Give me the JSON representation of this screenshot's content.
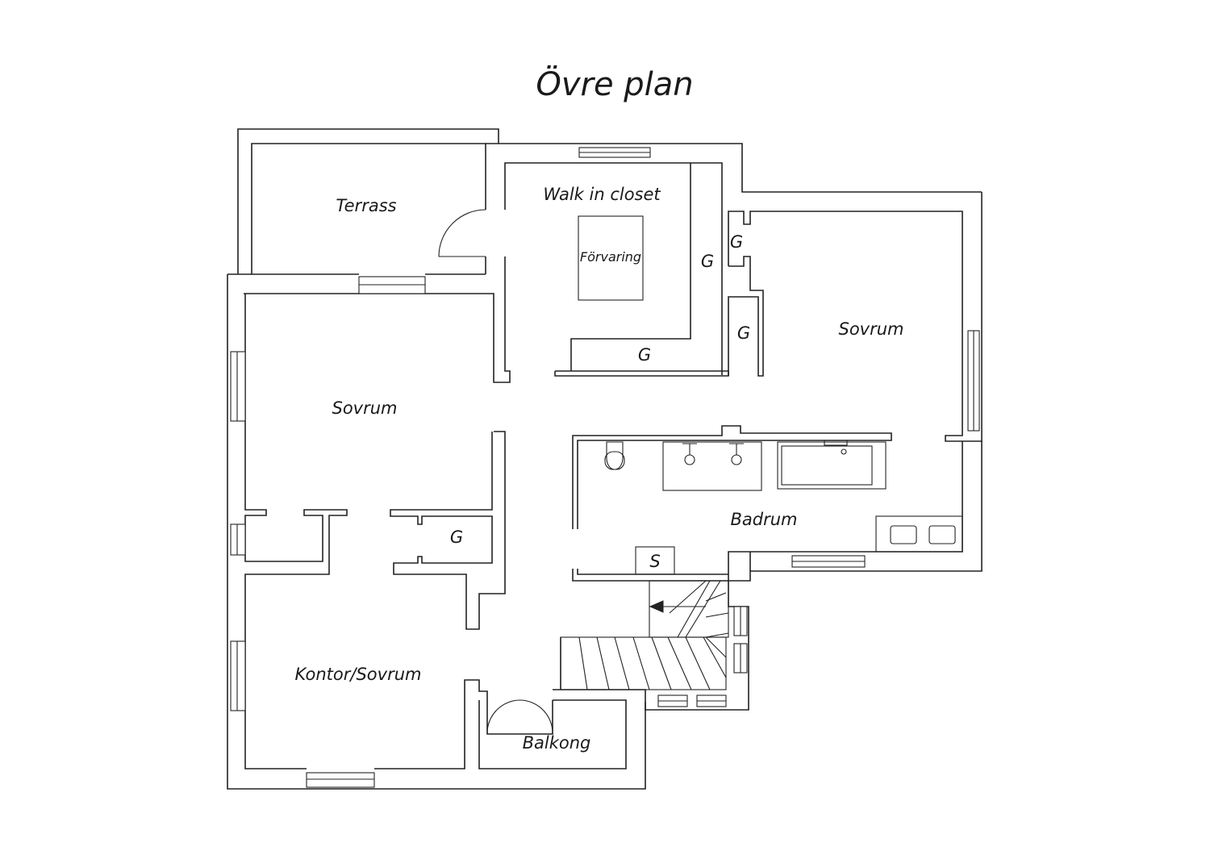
{
  "title": "Övre plan",
  "rooms": {
    "terrass": "Terrass",
    "walk_in_closet": "Walk in closet",
    "forvaring": "Förvaring",
    "sovrum_left": "Sovrum",
    "sovrum_right": "Sovrum",
    "badrum": "Badrum",
    "kontor_sovrum": "Kontor/Sovrum",
    "balkong": "Balkong"
  },
  "labels": {
    "garderob": "G",
    "stadskap": "S"
  }
}
